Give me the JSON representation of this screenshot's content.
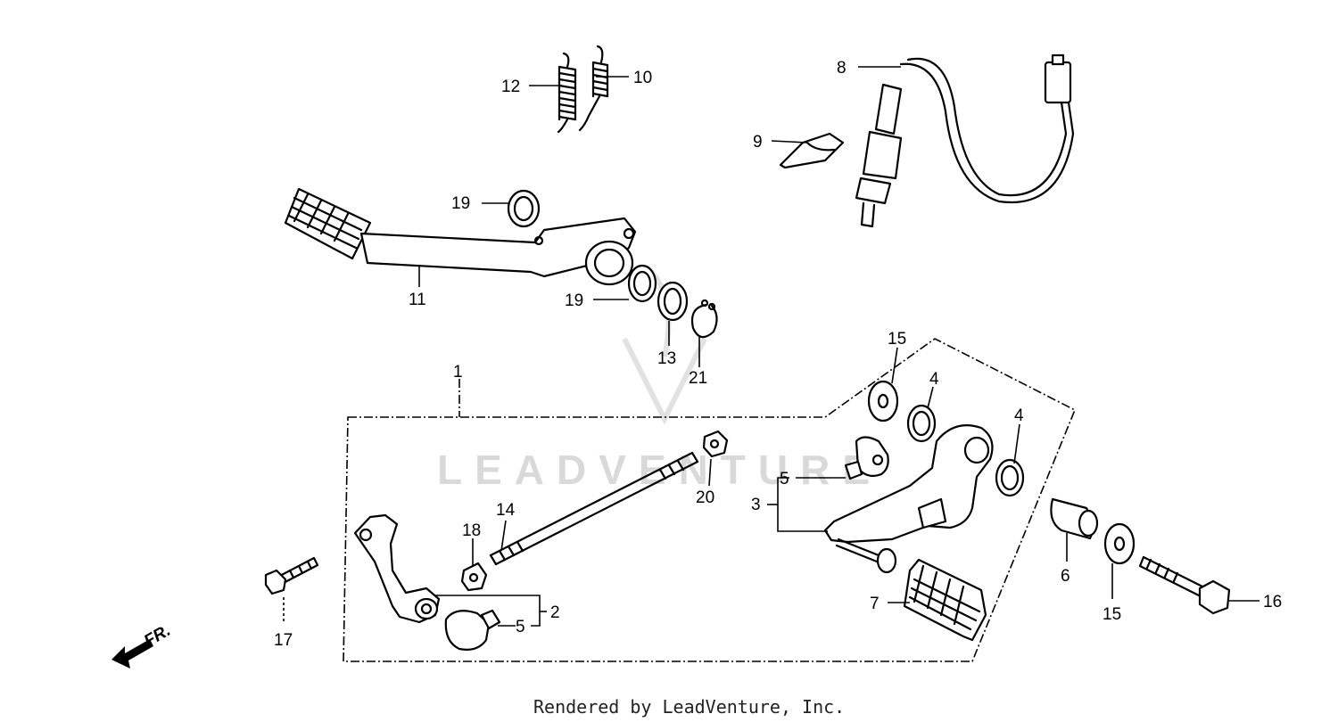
{
  "watermark": "LEADVENTURE",
  "footer": "Rendered by LeadVenture, Inc.",
  "direction_label": "FR.",
  "callouts": [
    {
      "id": "c1",
      "text": "1"
    },
    {
      "id": "c2",
      "text": "2"
    },
    {
      "id": "c3",
      "text": "3"
    },
    {
      "id": "c4a",
      "text": "4"
    },
    {
      "id": "c4b",
      "text": "4"
    },
    {
      "id": "c5a",
      "text": "5"
    },
    {
      "id": "c5b",
      "text": "5"
    },
    {
      "id": "c6",
      "text": "6"
    },
    {
      "id": "c7",
      "text": "7"
    },
    {
      "id": "c8",
      "text": "8"
    },
    {
      "id": "c9",
      "text": "9"
    },
    {
      "id": "c10",
      "text": "10"
    },
    {
      "id": "c11",
      "text": "11"
    },
    {
      "id": "c12",
      "text": "12"
    },
    {
      "id": "c13",
      "text": "13"
    },
    {
      "id": "c14",
      "text": "14"
    },
    {
      "id": "c15a",
      "text": "15"
    },
    {
      "id": "c15b",
      "text": "15"
    },
    {
      "id": "c16",
      "text": "16"
    },
    {
      "id": "c17",
      "text": "17"
    },
    {
      "id": "c18",
      "text": "18"
    },
    {
      "id": "c19a",
      "text": "19"
    },
    {
      "id": "c19b",
      "text": "19"
    },
    {
      "id": "c20",
      "text": "20"
    },
    {
      "id": "c21",
      "text": "21"
    }
  ]
}
